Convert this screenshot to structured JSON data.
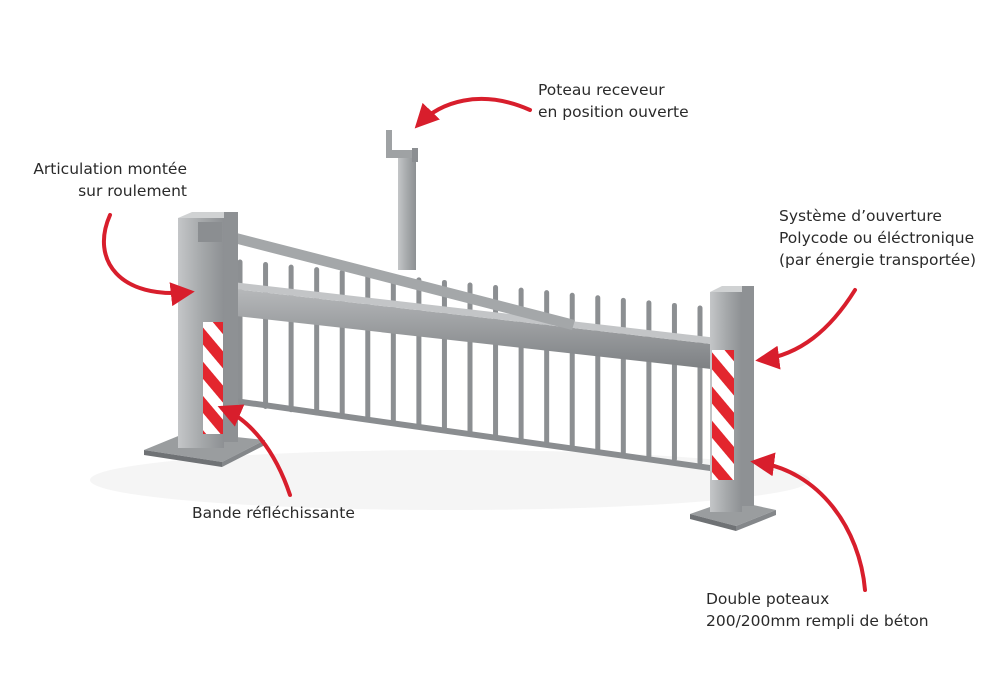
{
  "labels": {
    "poteau_receveur": [
      "Poteau receveur",
      "en position ouverte"
    ],
    "articulation": [
      "Articulation montée",
      "sur roulement"
    ],
    "systeme": [
      "Système d’ouverture",
      "Polycode ou éléctronique",
      "(par énergie transportée)"
    ],
    "bande": "Bande réfléchissante",
    "double_poteaux": [
      "Double poteaux",
      "200/200mm rempli de béton"
    ]
  },
  "colors": {
    "arrow": "#d81e2c",
    "steel": "#a9acae",
    "steel_dark": "#7f8285",
    "steel_light": "#c9cbcc",
    "stripe_red": "#e3262e",
    "stripe_white": "#ffffff",
    "text": "#2a2a2a"
  }
}
